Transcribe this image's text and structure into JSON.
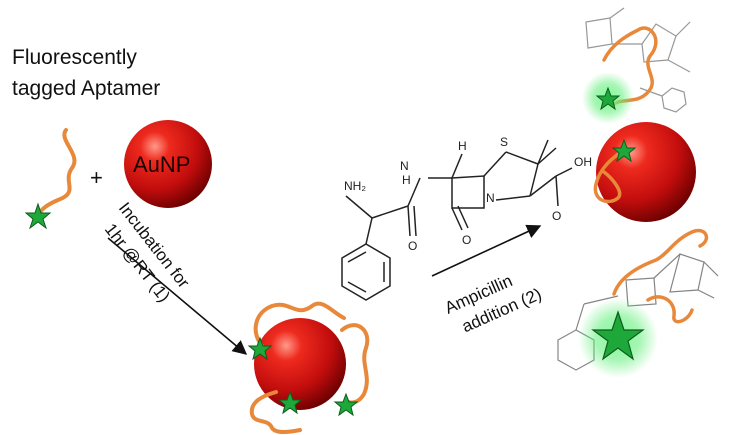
{
  "title": {
    "line1": "Fluorescently",
    "line2": "tagged Aptamer"
  },
  "plus": "+",
  "nanoparticle_label": "AuNP",
  "step1": {
    "line1": "Incubation for",
    "line2": "1hr @RT (1)"
  },
  "step2": {
    "line1": "Ampicillin",
    "line2": "addition (2)"
  },
  "molecule_atoms": {
    "amine": "NH₂",
    "amide_n": "N",
    "amide_h": "H",
    "amide_o": "O",
    "hydrogen": "H",
    "sulfur": "S",
    "ring_n": "N",
    "lactam_o": "O",
    "acid_oh": "OH",
    "acid_o": "O"
  },
  "colors": {
    "aptamer": "#e8883a",
    "gold_nanoparticle": "#d01010",
    "fluorophore": "#1fa83a",
    "glow": "#5ff07a"
  }
}
